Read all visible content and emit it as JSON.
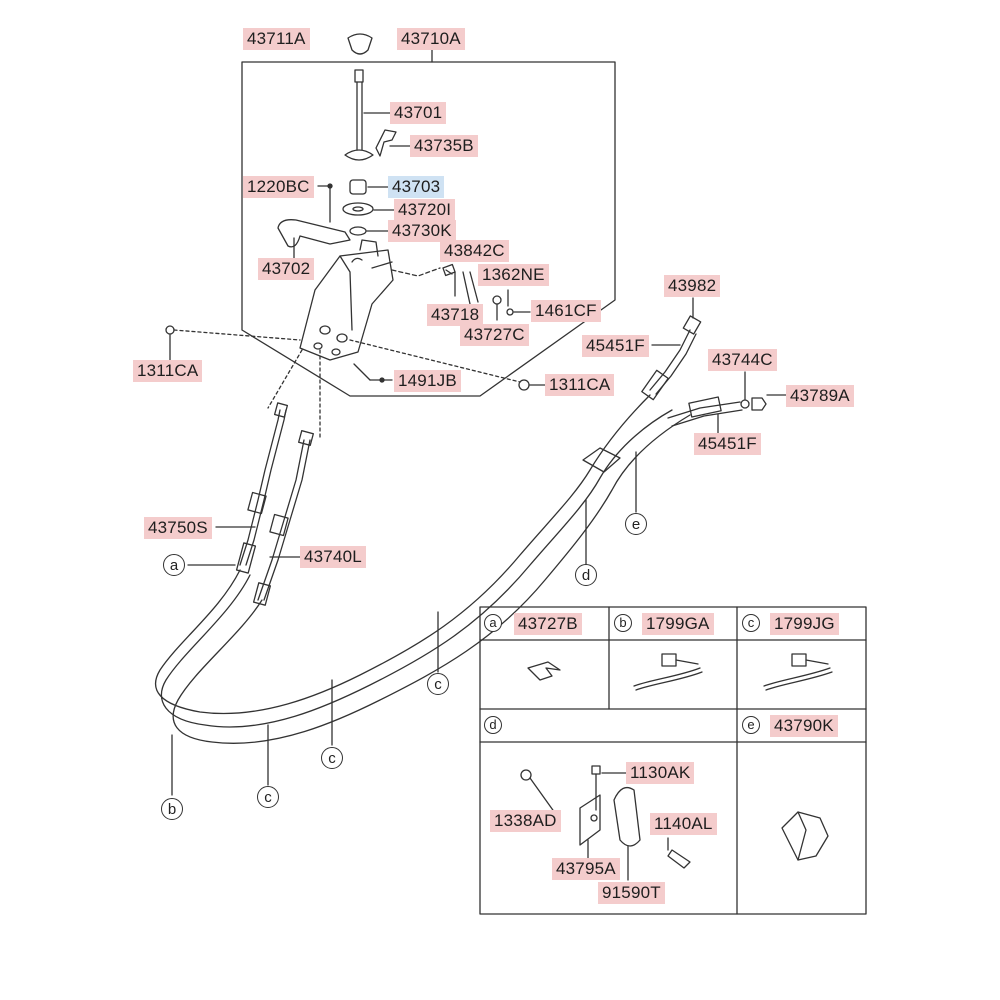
{
  "diagram": {
    "parts": {
      "p43711A": "43711A",
      "p43710A": "43710A",
      "p43701": "43701",
      "p43735B": "43735B",
      "p1220BC": "1220BC",
      "p43703": "43703",
      "p43720I": "43720I",
      "p43730K": "43730K",
      "p43702": "43702",
      "p43842C": "43842C",
      "p1362NE": "1362NE",
      "p43718": "43718",
      "p1461CF": "1461CF",
      "p43727C": "43727C",
      "p1311CA_left": "1311CA",
      "p1491JB": "1491JB",
      "p1311CA_right": "1311CA",
      "p43982": "43982",
      "p45451F_top": "45451F",
      "p43744C": "43744C",
      "p43789A": "43789A",
      "p45451F_bottom": "45451F",
      "p43750S": "43750S",
      "p43740L": "43740L"
    },
    "callouts": {
      "a": "a",
      "b": "b",
      "c1": "c",
      "c2": "c",
      "c3": "c",
      "d": "d",
      "e": "e"
    },
    "legend": {
      "a_letter": "a",
      "a_part": "43727B",
      "b_letter": "b",
      "b_part": "1799GA",
      "c_letter": "c",
      "c_part": "1799JG",
      "d_letter": "d",
      "e_letter": "e",
      "e_part": "43790K",
      "d_parts": {
        "p1130AK": "1130AK",
        "p1338AD": "1338AD",
        "p1140AL": "1140AL",
        "p43795A": "43795A",
        "p91590T": "91590T"
      }
    },
    "colors": {
      "label_bg": "#f4cccc",
      "highlight_bg": "#cfe2f3",
      "line": "#333333"
    }
  }
}
